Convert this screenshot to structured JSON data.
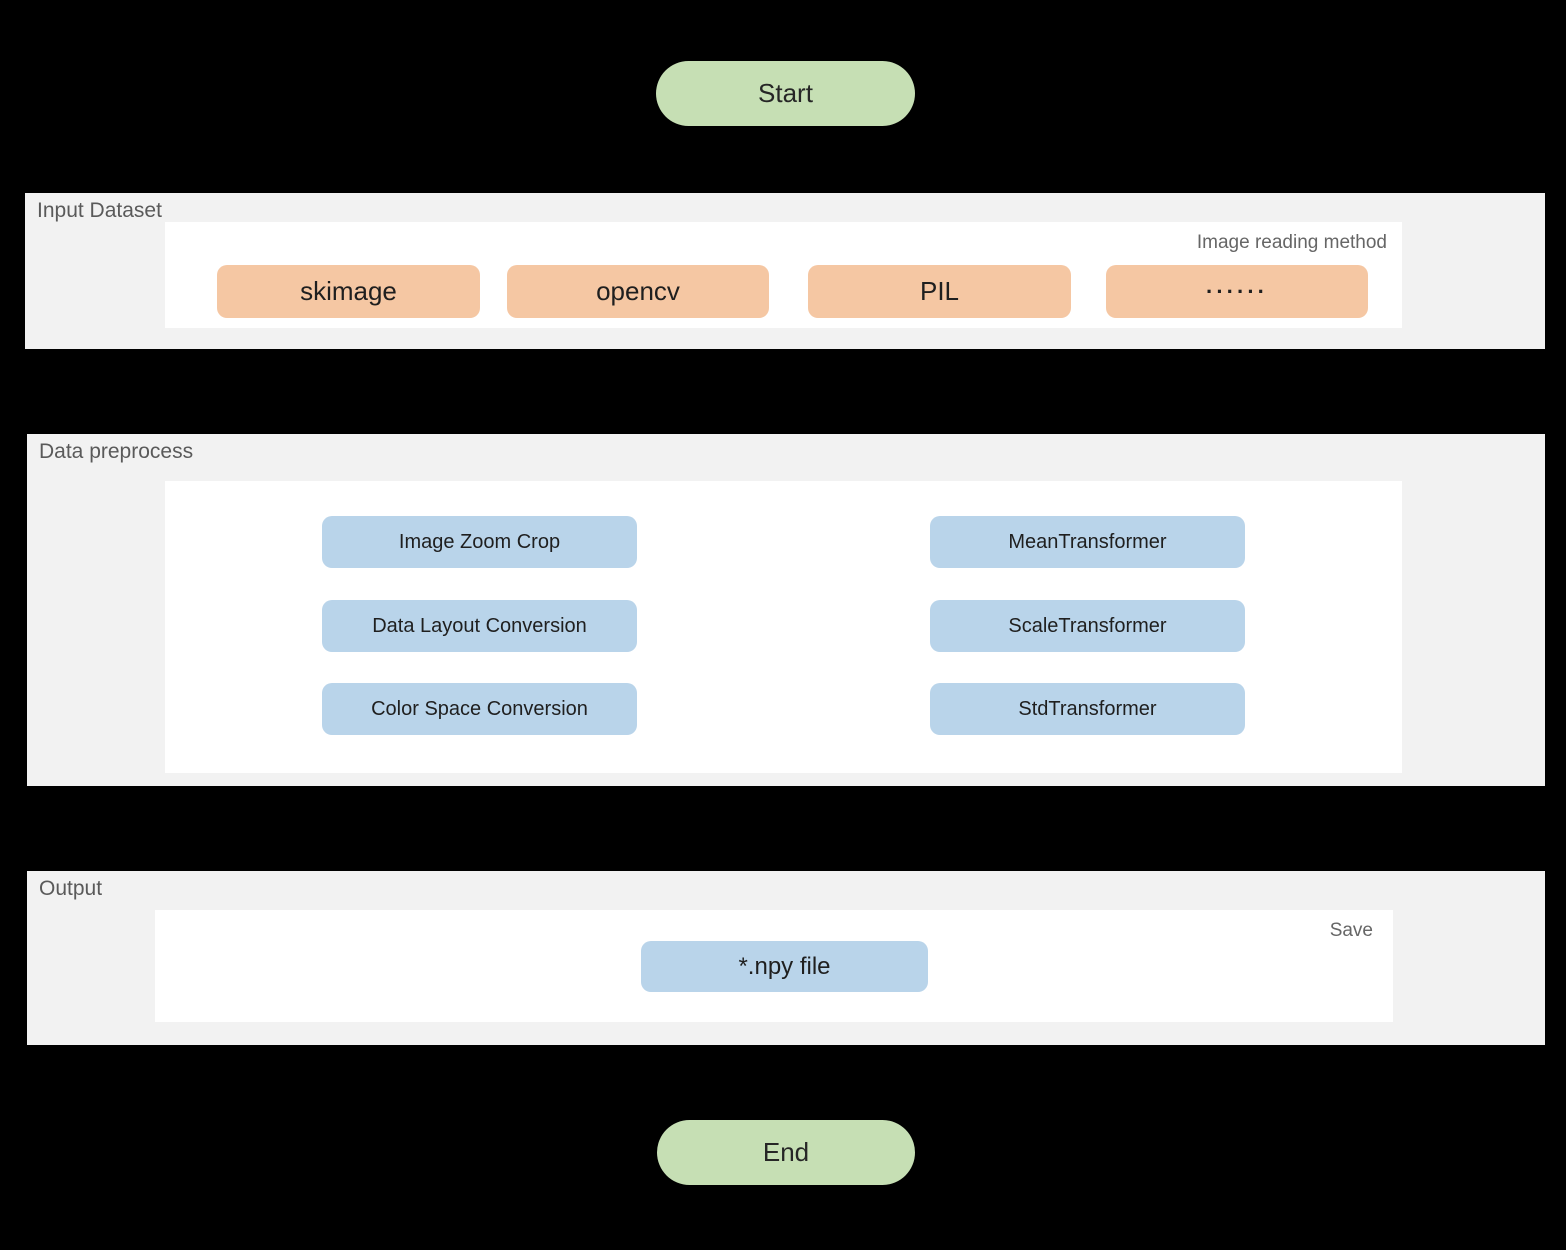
{
  "flow": {
    "start_label": "Start",
    "end_label": "End"
  },
  "sections": {
    "input_dataset": {
      "title": "Input Dataset",
      "note": "Image reading method",
      "items": [
        "skimage",
        "opencv",
        "PIL",
        "······"
      ]
    },
    "data_preprocess": {
      "title": "Data preprocess",
      "left_items": [
        "Image Zoom Crop",
        "Data Layout Conversion",
        "Color Space Conversion"
      ],
      "right_items": [
        "MeanTransformer",
        "ScaleTransformer",
        "StdTransformer"
      ]
    },
    "output": {
      "title": "Output",
      "note": "Save",
      "items": [
        "*.npy file"
      ]
    }
  },
  "colors": {
    "background": "#000000",
    "terminal_fill": "#c6dfb4",
    "input_node_fill": "#f5c7a3",
    "process_node_fill": "#b9d4ea",
    "section_fill": "#f2f2f2",
    "panel_fill": "#ffffff",
    "section_label_text": "#5a5a5a",
    "note_text": "#666666",
    "node_text": "#1f1f1f"
  }
}
